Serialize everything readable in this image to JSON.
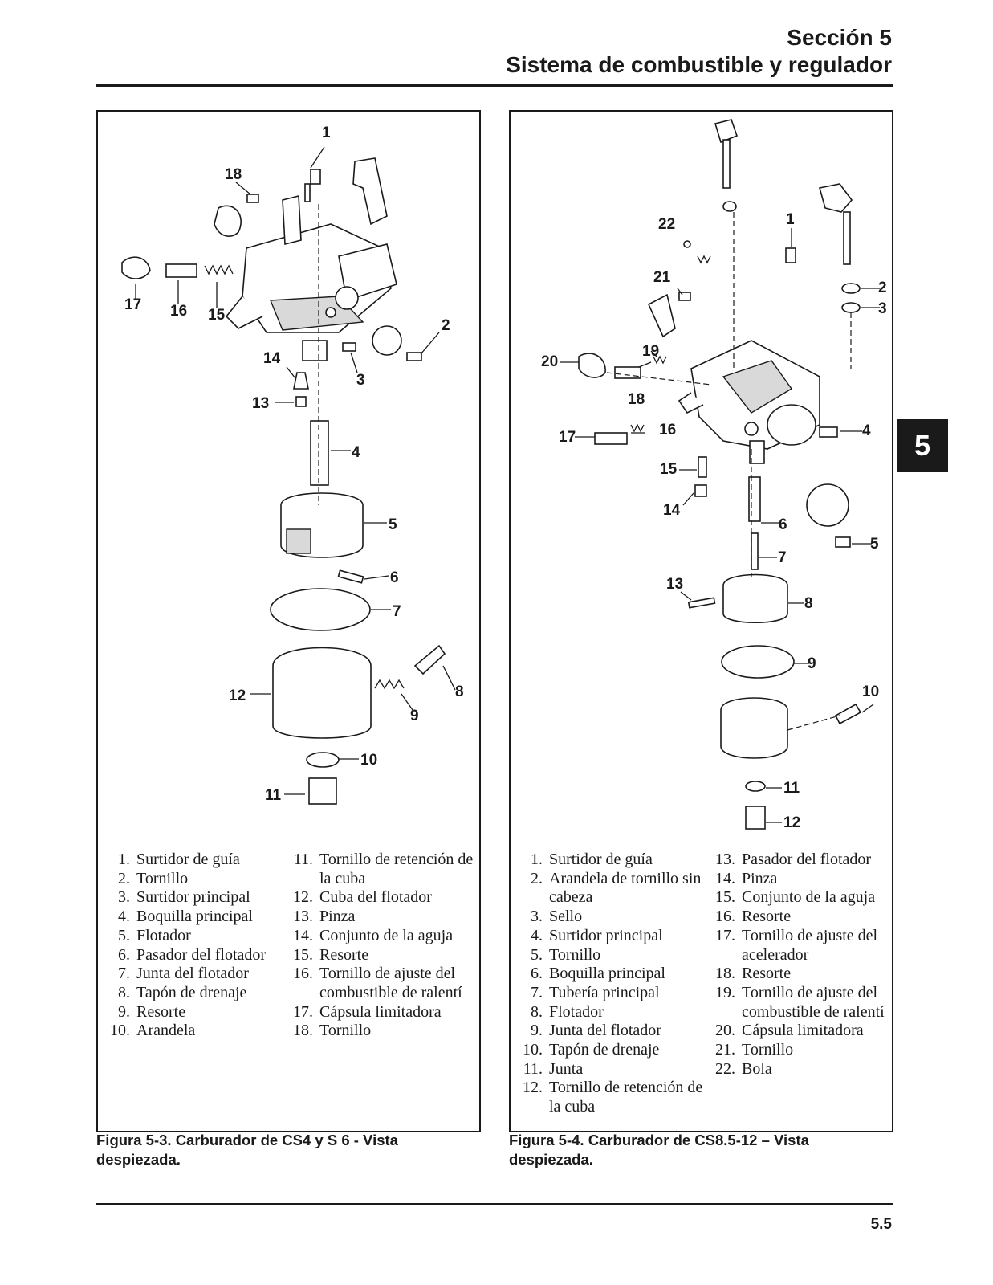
{
  "header": {
    "section": "Sección 5",
    "title": "Sistema de combustible y regulador"
  },
  "tab_number": "5",
  "page_number": "5.5",
  "figures": [
    {
      "caption": "Figura 5-3. Carburador de CS4 y S 6 - Vista despiezada.",
      "callouts": [
        "1",
        "2",
        "3",
        "4",
        "5",
        "6",
        "7",
        "8",
        "9",
        "10",
        "11",
        "12",
        "13",
        "14",
        "15",
        "16",
        "17",
        "18"
      ],
      "legend_col1": [
        {
          "n": "1.",
          "t": "Surtidor de guía"
        },
        {
          "n": "2.",
          "t": "Tornillo"
        },
        {
          "n": "3.",
          "t": "Surtidor principal"
        },
        {
          "n": "4.",
          "t": "Boquilla principal"
        },
        {
          "n": "5.",
          "t": "Flotador"
        },
        {
          "n": "6.",
          "t": "Pasador del flotador"
        },
        {
          "n": "7.",
          "t": "Junta del flotador"
        },
        {
          "n": "8.",
          "t": "Tapón de drenaje"
        },
        {
          "n": "9.",
          "t": "Resorte"
        },
        {
          "n": "10.",
          "t": "Arandela"
        }
      ],
      "legend_col2": [
        {
          "n": "11.",
          "t": "Tornillo de retención de la cuba"
        },
        {
          "n": "12.",
          "t": "Cuba del flotador"
        },
        {
          "n": "13.",
          "t": "Pinza"
        },
        {
          "n": "14.",
          "t": "Conjunto de la aguja"
        },
        {
          "n": "15.",
          "t": "Resorte"
        },
        {
          "n": "16.",
          "t": "Tornillo de ajuste del combustible de ralentí"
        },
        {
          "n": "17.",
          "t": "Cápsula limitadora"
        },
        {
          "n": "18.",
          "t": "Tornillo"
        }
      ]
    },
    {
      "caption": "Figura 5-4. Carburador de CS8.5-12 – Vista despiezada.",
      "callouts": [
        "1",
        "2",
        "3",
        "4",
        "5",
        "6",
        "7",
        "8",
        "9",
        "10",
        "11",
        "12",
        "13",
        "14",
        "15",
        "16",
        "17",
        "18",
        "19",
        "20",
        "21",
        "22"
      ],
      "legend_col1": [
        {
          "n": "1.",
          "t": "Surtidor de guía"
        },
        {
          "n": "2.",
          "t": "Arandela de tornillo sin cabeza"
        },
        {
          "n": "3.",
          "t": "Sello"
        },
        {
          "n": "4.",
          "t": "Surtidor principal"
        },
        {
          "n": "5.",
          "t": "Tornillo"
        },
        {
          "n": "6.",
          "t": "Boquilla principal"
        },
        {
          "n": "7.",
          "t": "Tubería principal"
        },
        {
          "n": "8.",
          "t": "Flotador"
        },
        {
          "n": "9.",
          "t": "Junta del flotador"
        },
        {
          "n": "10.",
          "t": "Tapón de drenaje"
        },
        {
          "n": "11.",
          "t": "Junta"
        },
        {
          "n": "12.",
          "t": "Tornillo de retención de la cuba"
        }
      ],
      "legend_col2": [
        {
          "n": "13.",
          "t": "Pasador del flotador"
        },
        {
          "n": "14.",
          "t": "Pinza"
        },
        {
          "n": "15.",
          "t": "Conjunto de la aguja"
        },
        {
          "n": "16.",
          "t": "Resorte"
        },
        {
          "n": "17.",
          "t": "Tornillo de ajuste del acelerador"
        },
        {
          "n": "18.",
          "t": "Resorte"
        },
        {
          "n": "19.",
          "t": "Tornillo de ajuste del combustible de ralentí"
        },
        {
          "n": "20.",
          "t": "Cápsula limitadora"
        },
        {
          "n": "21.",
          "t": "Tornillo"
        },
        {
          "n": "22.",
          "t": "Bola"
        }
      ]
    }
  ]
}
